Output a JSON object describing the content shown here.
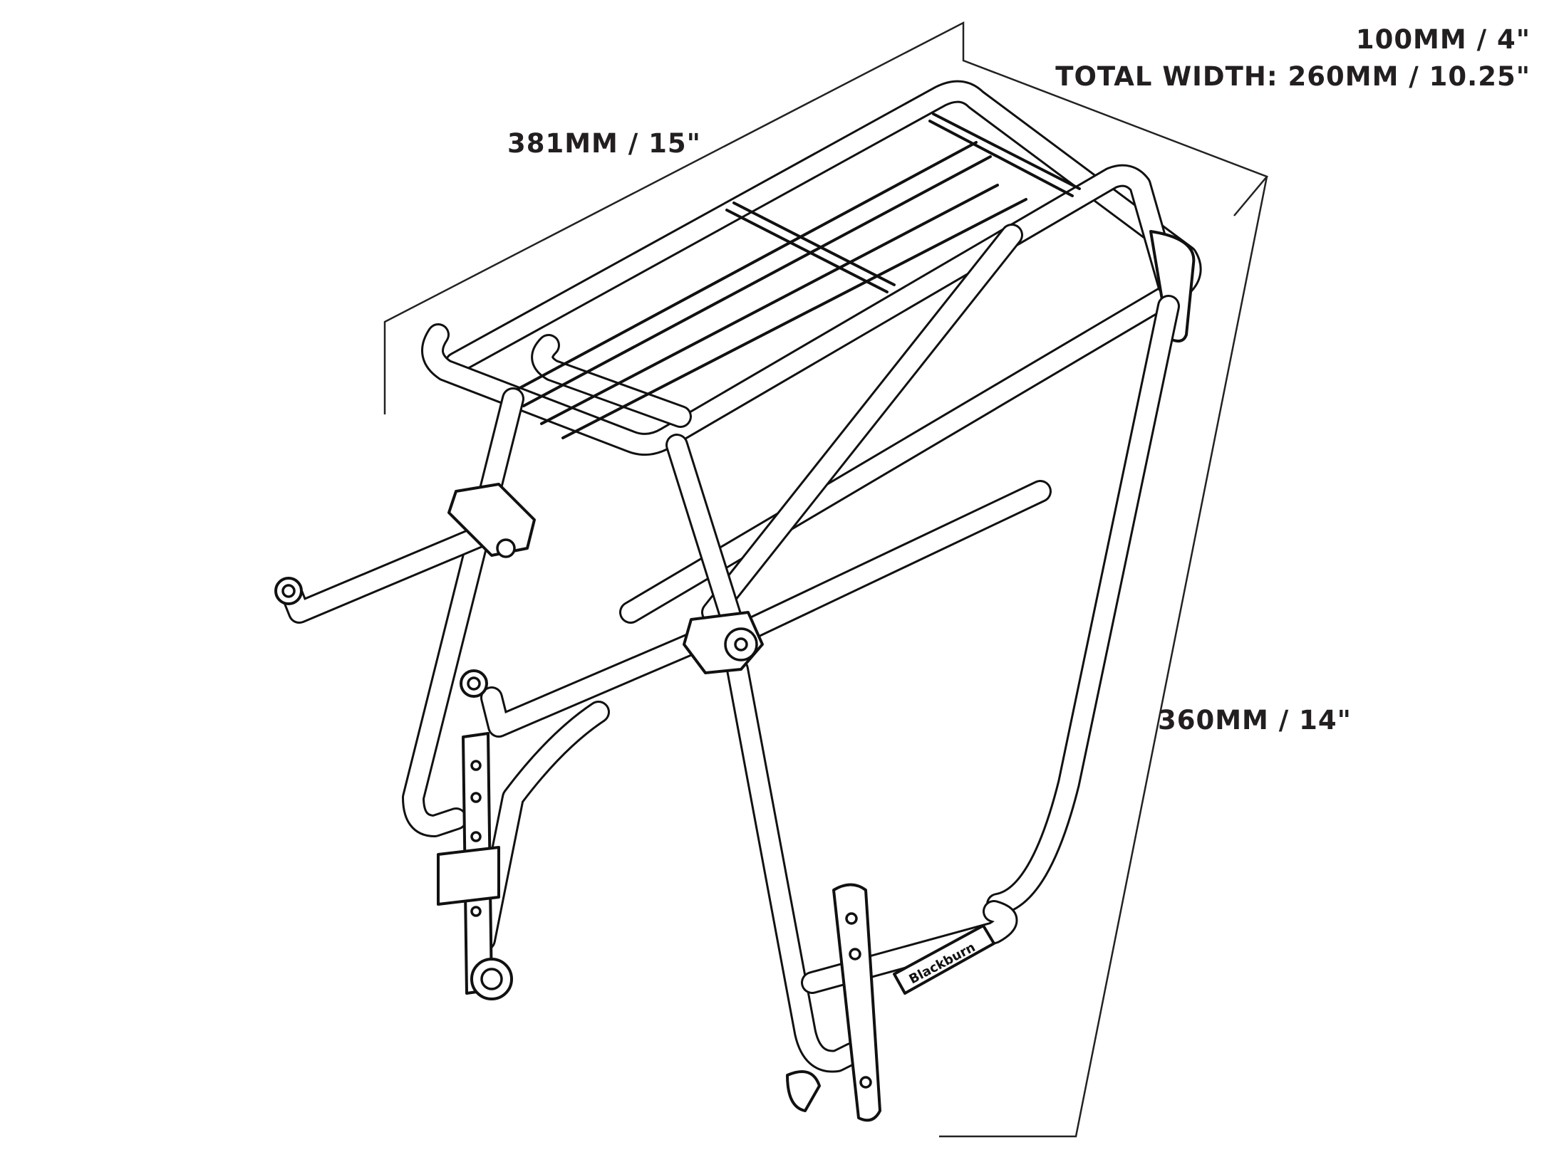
{
  "labels": {
    "top_line1": "100MM / 4\"",
    "top_line2": "TOTAL WIDTH: 260MM / 10.25\"",
    "length": "381MM / 15\"",
    "height": "360MM / 14\""
  },
  "brand_mark": "Blackburn",
  "colors": {
    "line": "#111111",
    "text": "#231f20",
    "background": "#ffffff"
  }
}
